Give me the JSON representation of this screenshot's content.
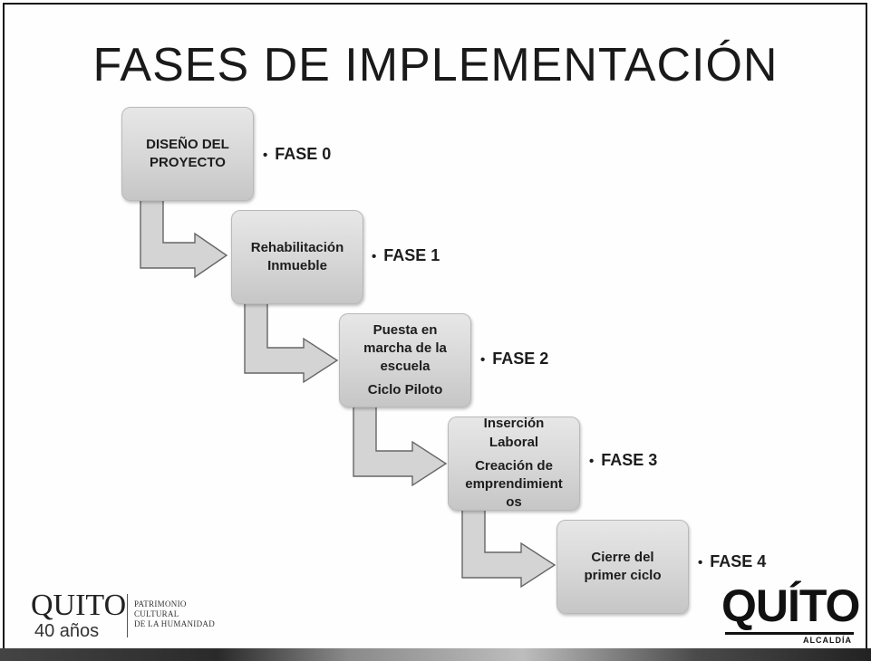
{
  "title": "FASES DE IMPLEMENTACIÓN",
  "phases": [
    {
      "lines": [
        "DISEÑO DEL",
        "PROYECTO"
      ],
      "sub": "",
      "label": "FASE 0"
    },
    {
      "lines": [
        "Rehabilitación",
        "Inmueble"
      ],
      "sub": "",
      "label": "FASE 1"
    },
    {
      "lines": [
        "Puesta en",
        "marcha de la",
        "escuela"
      ],
      "sub": "Ciclo Piloto",
      "label": "FASE 2"
    },
    {
      "lines": [
        "Inserción",
        "Laboral"
      ],
      "sub": "Creación de emprendimient os",
      "label": "FASE 3"
    },
    {
      "lines": [
        "Cierre del",
        "primer ciclo"
      ],
      "sub": "",
      "label": "FASE 4"
    }
  ],
  "bullet_symbol": "•",
  "logo_left": {
    "name": "QUITO",
    "years": "40 años",
    "heritage": [
      "PATRIMONIO",
      "CULTURAL",
      "DE LA HUMANIDAD"
    ]
  },
  "logo_right": {
    "name": "QUÍTO",
    "subtitle": "ALCALDÍA"
  },
  "colors": {
    "box_fill": "#d6d6d6",
    "arrow_fill": "#d4d4d4",
    "text": "#1d1d1d"
  }
}
